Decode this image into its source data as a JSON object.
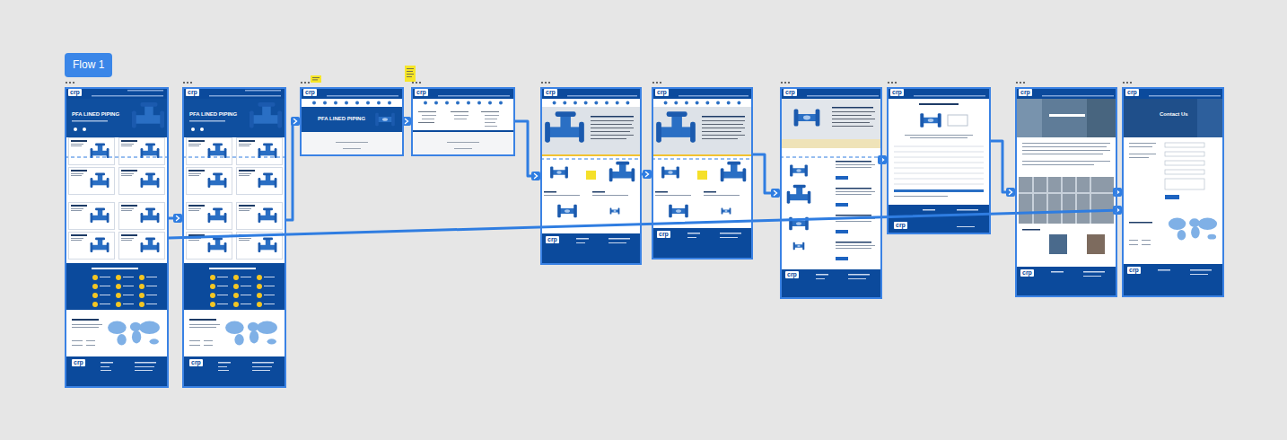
{
  "diagram": {
    "title": "Flow 1",
    "nodes": [
      {
        "text": [
          "crp",
          "PFA LINED PIPING",
          "crp"
        ]
      },
      {
        "text": [
          "crp",
          "PFA LINED PIPING",
          "crp"
        ]
      },
      {
        "text": [
          "crp",
          "PFA LINED PIPING"
        ]
      },
      {
        "text": [
          "crp"
        ]
      },
      {
        "text": [
          "crp",
          "crp"
        ]
      },
      {
        "text": [
          "crp",
          "crp"
        ]
      },
      {
        "text": [
          "crp",
          "crp"
        ]
      },
      {
        "text": [
          "crp",
          "crp"
        ]
      },
      {
        "text": [
          "crp",
          "crp"
        ]
      },
      {
        "text": [
          "crp",
          "Contact Us",
          "crp"
        ]
      }
    ],
    "edges": [
      {
        "from": 0,
        "to": 1,
        "arrow": "to"
      },
      {
        "from": 1,
        "to": 2,
        "arrow": "to"
      },
      {
        "from": 2,
        "to": 3,
        "arrow": "to"
      },
      {
        "from": 3,
        "to": 4,
        "arrow": "to"
      },
      {
        "from": 4,
        "to": 5,
        "arrow": "to"
      },
      {
        "from": 5,
        "to": 6,
        "arrow": "to"
      },
      {
        "from": 6,
        "to": 7,
        "arrow": "to"
      },
      {
        "from": 7,
        "to": 8,
        "arrow": "to"
      },
      {
        "from": 8,
        "to": 9,
        "arrow": "to"
      },
      {
        "from": 0,
        "to": 9,
        "arrow": "to"
      }
    ]
  }
}
